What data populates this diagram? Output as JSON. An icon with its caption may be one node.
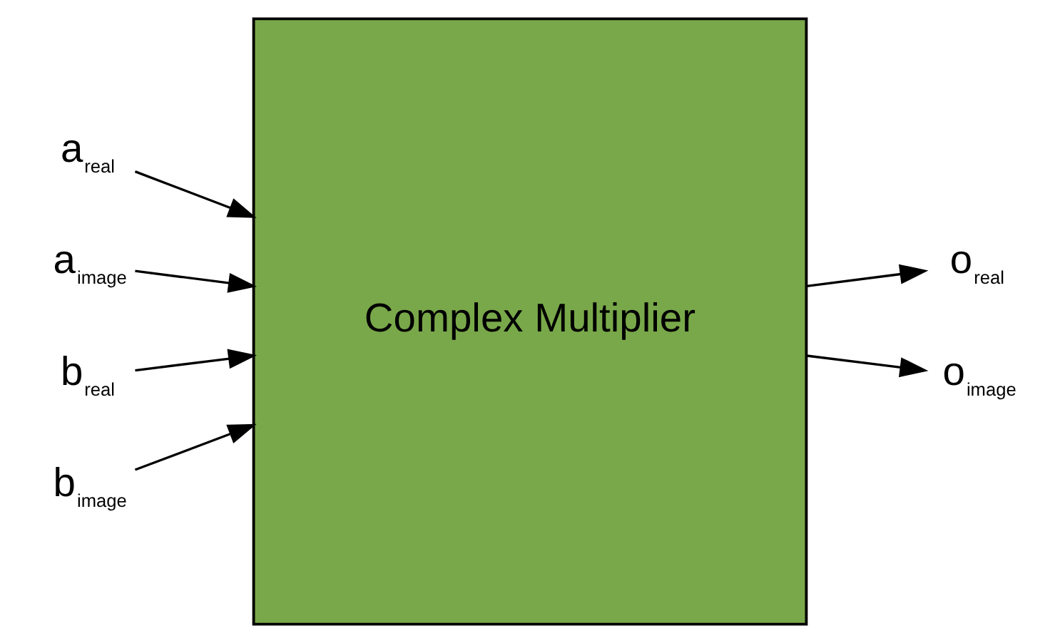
{
  "diagram": {
    "nodes": [
      {
        "text": [
          "Complex Multiplier"
        ]
      },
      {
        "text": [
          "a$_{real}$"
        ]
      },
      {
        "text": [
          "a$_{image}$"
        ]
      },
      {
        "text": [
          "b$_{real}$"
        ]
      },
      {
        "text": [
          "b$_{image}$"
        ]
      },
      {
        "text": [
          "o$_{real}$"
        ]
      },
      {
        "text": [
          "o$_{image}$"
        ]
      }
    ],
    "edges": [
      {
        "from": 1,
        "to": 0,
        "arrow": "to"
      },
      {
        "from": 2,
        "to": 0,
        "arrow": "to"
      },
      {
        "from": 3,
        "to": 0,
        "arrow": "to"
      },
      {
        "from": 4,
        "to": 0,
        "arrow": "to"
      },
      {
        "from": 0,
        "to": 5,
        "arrow": "to"
      },
      {
        "from": 0,
        "to": 6,
        "arrow": "to"
      }
    ]
  }
}
